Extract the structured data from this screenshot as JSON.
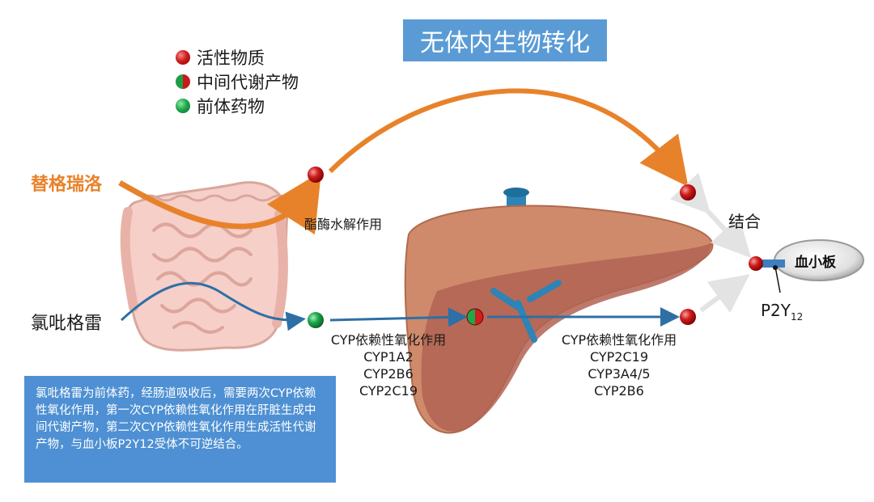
{
  "title": "无体内生物转化",
  "legend": [
    {
      "label": "活性物质",
      "icon": "red-dot-icon"
    },
    {
      "label": "中间代谢产物",
      "icon": "half-green-red-dot-icon"
    },
    {
      "label": "前体药物",
      "icon": "green-dot-icon"
    }
  ],
  "drugs": {
    "ticagrelor": "替格瑞洛",
    "clopidogrel": "氯吡格雷"
  },
  "labels": {
    "ester_hydrolysis": "酯酶水解作用",
    "binding": "结合",
    "platelet": "血小板",
    "receptor": "P2Y",
    "receptor_sub": "12"
  },
  "cyp_first": {
    "heading": "CYP依赖性氧化作用",
    "enzymes": [
      "CYP1A2",
      "CYP2B6",
      "CYP2C19"
    ]
  },
  "cyp_second": {
    "heading": "CYP依赖性氧化作用",
    "enzymes": [
      "CYP2C19",
      "CYP3A4/5",
      "CYP2B6"
    ]
  },
  "info_text": "氯吡格雷为前体药，经肠道吸收后，需要两次CYP依赖性氧化作用，第一次CYP依赖性氧化作用在肝脏生成中间代谢产物，第二次CYP依赖性氧化作用生成活性代谢产物，与血小板P2Y12受体不可逆结合。",
  "colors": {
    "title_bg": "#5b9bd5",
    "ticagrelor": "#e8822a",
    "clopidogrel_path": "#2e6fa6",
    "active": "#d01d1d",
    "prodrug": "#1fa84a",
    "info_bg": "#4e90d3"
  }
}
